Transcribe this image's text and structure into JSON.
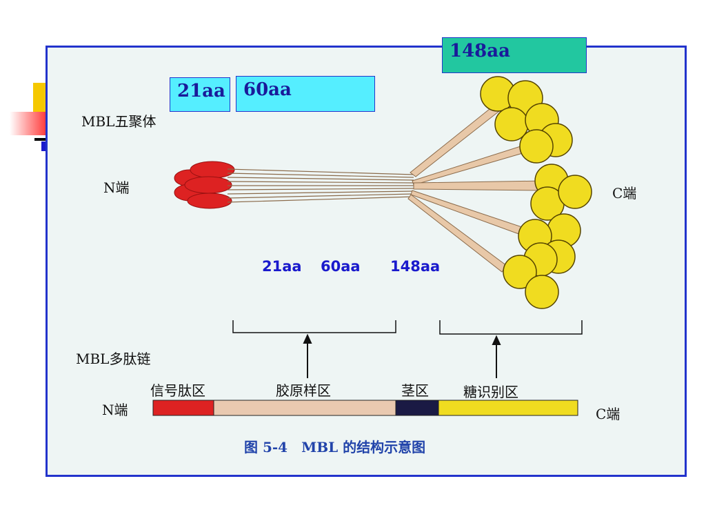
{
  "top_boxes": {
    "signal": "21aa",
    "collagen": "60aa",
    "crd": "148aa"
  },
  "pentamer_label": "MBL五聚体",
  "n_terminal_top": "N端",
  "c_terminal_top": "C端",
  "length_labels": {
    "signal": "21aa",
    "collagen": "60aa",
    "crd": "148aa"
  },
  "polypeptide_label": "MBL多肽链",
  "regions": {
    "signal": "信号肽区",
    "collagen": "胶原样区",
    "neck": "茎区",
    "crd": "糖识别区"
  },
  "n_terminal_bottom": "N端",
  "c_terminal_bottom": "C端",
  "caption": "图 5-4　MBL 的结构示意图",
  "colors": {
    "frame": "#2233cc",
    "box_cyan": "#55eeff",
    "box_teal": "#22c7a0",
    "signal_red": "#dd2222",
    "collagen_tan": "#e9c9b0",
    "neck_dark": "#1a1a44",
    "crd_yellow": "#f0dc20",
    "caption_blue": "#2244aa"
  }
}
